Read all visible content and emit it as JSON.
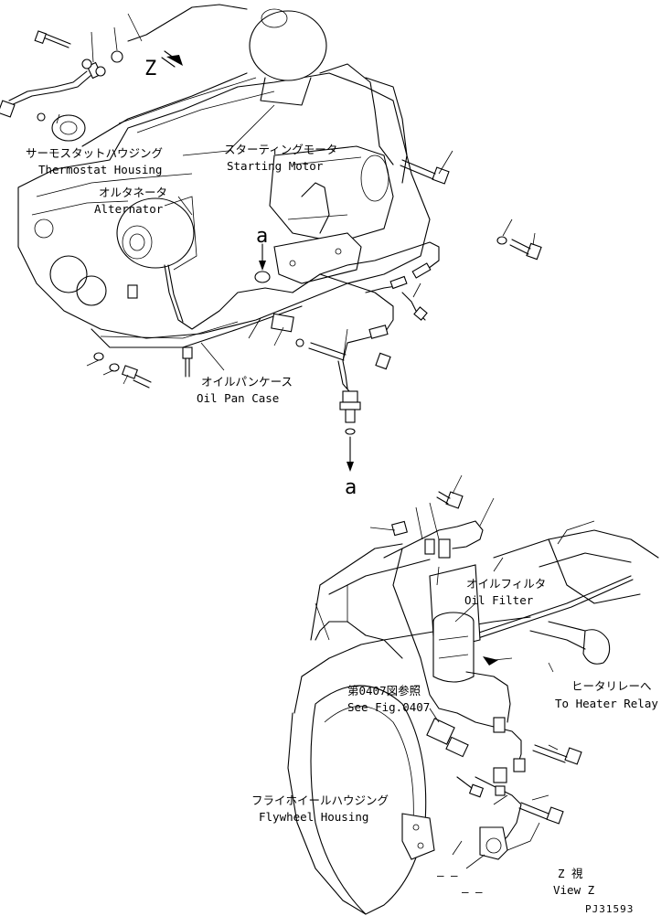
{
  "labels": {
    "thermostat_jp": "サーモスタットハウジング",
    "thermostat_en": "Thermostat Housing",
    "starting_jp": "スターティングモータ",
    "starting_en": "Starting Motor",
    "alternator_jp": "オルタネータ",
    "alternator_en": "Alternator",
    "oilpan_jp": "オイルパンケース",
    "oilpan_en": "Oil Pan Case",
    "oilfilter_jp": "オイルフィルタ",
    "oilfilter_en": "Oil Filter",
    "seefig_jp": "第0407図参照",
    "seefig_en": "See Fig.0407",
    "heater_jp": "ヒータリレーへ",
    "heater_en": "To Heater Relay",
    "flywheel_jp": "フライホイールハウジング",
    "flywheel_en": "Flywheel Housing",
    "viewz_jp": "Z 視",
    "viewz_en": "View Z",
    "z_marker": "Z",
    "a_upper": "a",
    "a_lower": "a",
    "dash_1": "– –",
    "dash_2": "– –"
  },
  "drawing_code": "PJ31593"
}
